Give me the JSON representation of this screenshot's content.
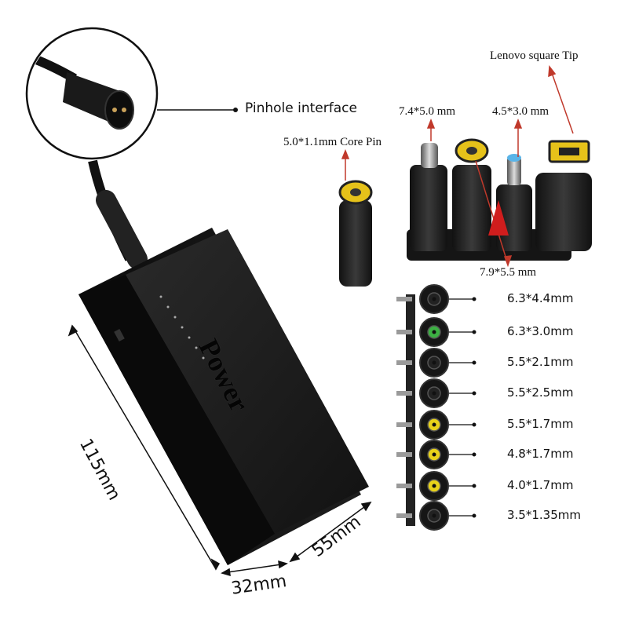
{
  "callout": {
    "label": "Pinhole interface"
  },
  "adapter": {
    "brand_text": "Power"
  },
  "dimensions": {
    "length": "115mm",
    "width": "55mm",
    "height": "32mm"
  },
  "top_tips": {
    "core_pin": "5.0*1.1mm Core Pin",
    "tip_74": "7.4*5.0 mm",
    "tip_45": "4.5*3.0 mm",
    "lenovo": "Lenovo square Tip",
    "tip_79": "7.9*5.5 mm"
  },
  "small_tips": [
    {
      "label": "6.3*4.4mm",
      "core": "#222222"
    },
    {
      "label": "6.3*3.0mm",
      "core": "#3cb043"
    },
    {
      "label": "5.5*2.1mm",
      "core": "#222222"
    },
    {
      "label": "5.5*2.5mm",
      "core": "#222222"
    },
    {
      "label": "5.5*1.7mm",
      "core": "#e8d21a"
    },
    {
      "label": "4.8*1.7mm",
      "core": "#e8d21a"
    },
    {
      "label": "4.0*1.7mm",
      "core": "#e8d21a"
    },
    {
      "label": "3.5*1.35mm",
      "core": "#222222"
    }
  ]
}
